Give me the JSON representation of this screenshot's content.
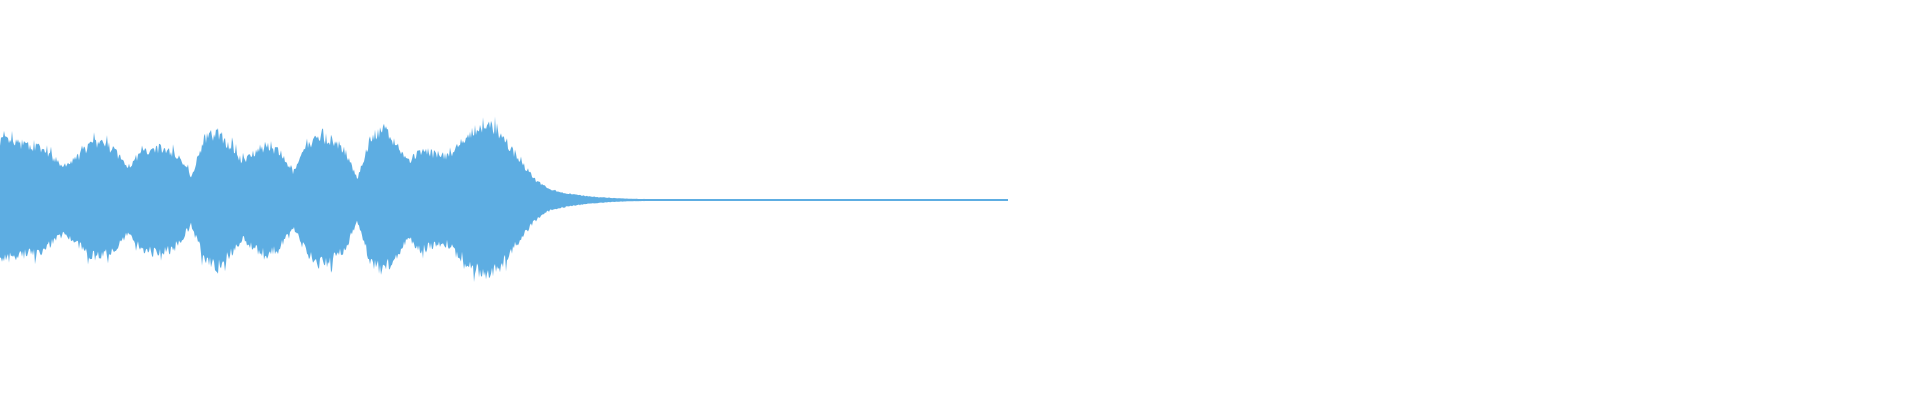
{
  "waveform": {
    "color": "#5dade2",
    "duration_fraction_shown": 0.525,
    "envelope": [
      0.55,
      0.52,
      0.5,
      0.48,
      0.4,
      0.3,
      0.38,
      0.5,
      0.52,
      0.45,
      0.3,
      0.42,
      0.48,
      0.46,
      0.4,
      0.22,
      0.55,
      0.62,
      0.5,
      0.35,
      0.45,
      0.5,
      0.42,
      0.25,
      0.48,
      0.58,
      0.55,
      0.45,
      0.2,
      0.55,
      0.65,
      0.52,
      0.35,
      0.45,
      0.42,
      0.4,
      0.5,
      0.62,
      0.68,
      0.64,
      0.48,
      0.32,
      0.18,
      0.1,
      0.07,
      0.05,
      0.035,
      0.025,
      0.018,
      0.013,
      0.01,
      0.008,
      0.006,
      0.005,
      0.004,
      0.004,
      0.003,
      0.003,
      0.003,
      0.003,
      0.003,
      0.003,
      0.003,
      0.003,
      0.003,
      0.003,
      0.003,
      0.003,
      0.003,
      0.003,
      0.003,
      0.003,
      0.003,
      0.003,
      0.003,
      0.003,
      0.003,
      0.003,
      0.003,
      0.003
    ]
  }
}
